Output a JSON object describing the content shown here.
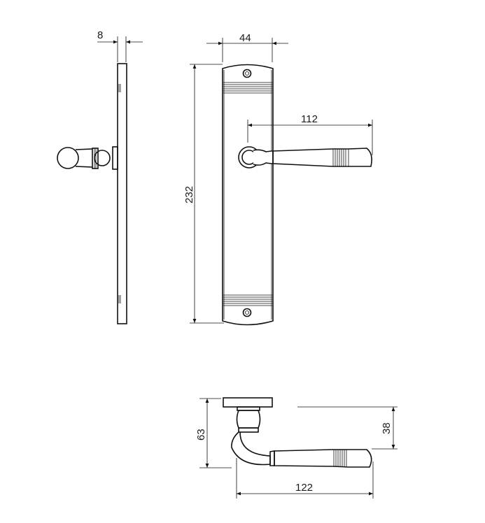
{
  "drawing": {
    "units": "mm",
    "dimensions": {
      "plate_thickness": "8",
      "plate_width": "44",
      "plate_height": "232",
      "lever_length_front": "112",
      "projection": "63",
      "lever_offset": "38",
      "lever_length_bottom": "122"
    },
    "line_color": "#111111",
    "background": "#ffffff"
  }
}
